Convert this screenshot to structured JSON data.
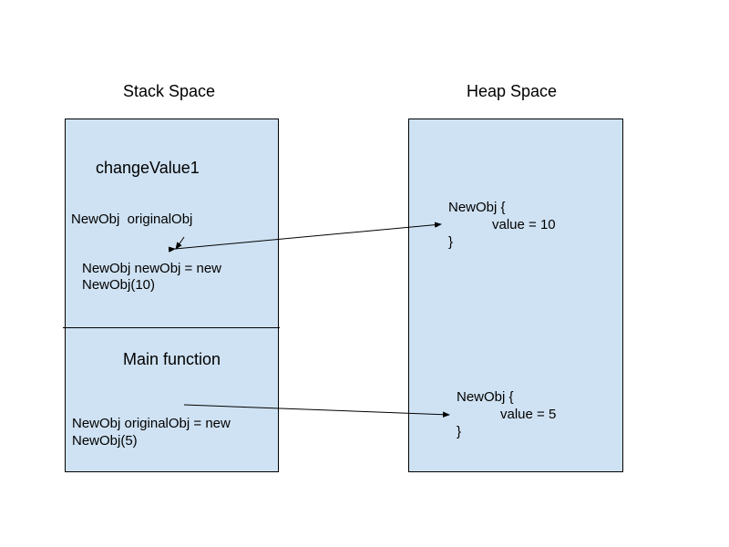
{
  "titles": {
    "stack": "Stack Space",
    "heap": "Heap Space"
  },
  "stack": {
    "frame_top": {
      "title": "changeValue1",
      "param": "NewObj  originalObj",
      "line1": "NewObj newObj = new",
      "line2": "NewObj(10)"
    },
    "frame_bottom": {
      "title": "Main function",
      "line1": "NewObj originalObj = new",
      "line2": "NewObj(5)"
    }
  },
  "heap": {
    "obj_top": {
      "open": "NewObj {",
      "field": "value = 10",
      "close": "}"
    },
    "obj_bottom": {
      "open": "NewObj {",
      "field": "value = 5",
      "close": "}"
    }
  },
  "colors": {
    "panel_fill": "#cfe2f3",
    "stroke": "#000000"
  }
}
